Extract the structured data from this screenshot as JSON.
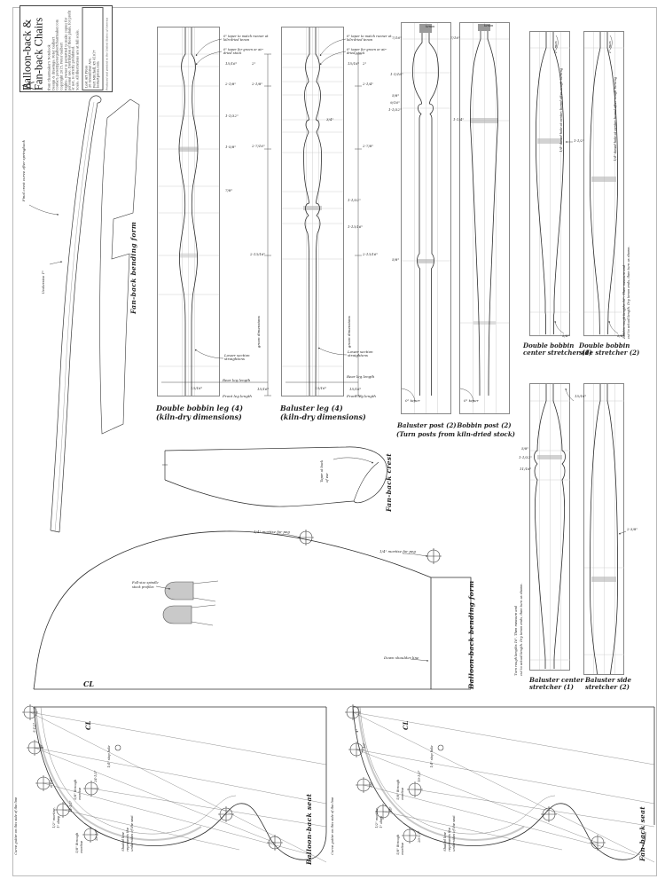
{
  "tb": {
    "t1": "Balloon-back &",
    "t2": "Fan-back Chairs",
    "credits": [
      "from Chairmaker's Notebook",
      "Design & drawings: Peter Galbert",
      "Contact: peter@petergalbertchairmaker.com",
      "Copyright 2015, Peter Galbert",
      "Rights: Owner is permitted to make copies for personal use. Distribution of these plans, for profit or not, is strictly prohibited.",
      "Scale: All illustrations are at full scale."
    ],
    "pub": {
      "name": "Lost Art Press",
      "a1": "26 Greenbriar Ave.",
      "a2": "Fort Mitchell, KY 41017",
      "web": "lostartpress.com"
    },
    "printed": "Produced and printed in the United States of America"
  },
  "fan_form": {
    "label": "Fan-back bending form",
    "springback": "Final crest curve after springback",
    "undersize": "Undersize 1\""
  },
  "common": {
    "taper1": "0\" taper to match runner at kiln-dried tenon",
    "taper2": "0\" taper for green or air-dried stock",
    "lower": "Lower section straightens",
    "rear": "Rear leg length",
    "front": "Front leg length",
    "green_label": "green dimensions",
    "kiln": "(kiln-dry dimensions)"
  },
  "leg1": {
    "cap": "Double bobbin leg (4)",
    "dims": [
      "15/16\"",
      "2-1/8\"",
      "1-1/32\"",
      "1-5/8\"",
      "7/8\""
    ],
    "green": [
      "2\"",
      "2-1/8\"",
      "2-7/16\"",
      "2-13/16\""
    ],
    "out_dim": "15/16\"",
    "in_dim": "13/16\""
  },
  "leg2": {
    "cap": "Baluster leg (4)",
    "dims": [
      "15/16\"",
      "3/4\"",
      "1-1/32\"",
      "1-13/16\""
    ],
    "green": [
      "2\"",
      "2-1/4\"",
      "2-7/8\"",
      "2-13/16\""
    ],
    "out_dim": "15/16\"",
    "in_dim": "13/16\""
  },
  "posts": {
    "cap1": "Baluster post (2)",
    "cap2": "Bobbin post (2)",
    "sub": "(Turn posts from kiln-dried stock)",
    "tenon": "tenon",
    "taper0": "0\" taper",
    "d716": "7/16\"",
    "p1": [
      "1-1/16\"",
      "5/8\"",
      "9/16\"",
      "1-1/32\"",
      "5/8\""
    ],
    "p2": [
      "1-1/4\""
    ]
  },
  "str1": {
    "capA1": "Double bobbin",
    "capA2": "center stretcher (1)",
    "capB1": "Double bobbin",
    "capB2": "side stretcher (2)",
    "max": "1\" max",
    "bore": "1/4\" dowel hole at center, bored after rough turning",
    "d112": "1-1/2\"",
    "d58": "5/8\"",
    "note1": "Bobbin rough lengths 16\". Then measure and",
    "note2": "cut to actual length. Dry tenon ends, then turn as shown."
  },
  "str2": {
    "capA1": "Baluster center",
    "capA2": "stretcher (1)",
    "capB1": "Baluster side",
    "capB2": "stretcher (2)",
    "dims": [
      "5/8\"",
      "1-1/32\"",
      "11/16\"",
      "15/16\"",
      "2-3/8\""
    ],
    "note1": "Turn rough lengths 16\". Then measure and",
    "note2": "cut to actual length. Dry tenon ends, then turn as shown."
  },
  "crest": {
    "label": "Fan-back crest",
    "note1": "Taper at back",
    "note2": "of ear"
  },
  "bform": {
    "label": "Balloon-back bending form",
    "peg": "1/4\" mortise for peg",
    "spin1": "Full-size spindle",
    "spin2": "stock profiles",
    "shoulder": "Down shoulder line",
    "cl": "CL"
  },
  "seat1": {
    "label": "Balloon-back seat",
    "gutter": "Curve gutter on this side of the line",
    "cl": "CL",
    "a1": "5-1/2°",
    "a2": "8°",
    "a3": "6-1/2°",
    "a4": "12-1/2°",
    "a5": "24-1/2°",
    "a6": "26-1/2°",
    "m1a": "1/2\" mortise,",
    "m1b": "1\" deep",
    "m2a": "5/8\" through",
    "m2b": "mortise",
    "stop": "1/4\" stop hole",
    "sh1": "Shaded line",
    "sh2": "represents the",
    "sh3": "undersides of the seat"
  },
  "seat2": {
    "label": "Fan-back seat",
    "gutter": "Curve gutter on this side of the line",
    "cl": "CL",
    "a1": "4°",
    "a2": "10°",
    "a3": "13°",
    "a4": "15°",
    "a5": "19-1/2°",
    "a6": "20-1/2°",
    "m1a": "1/2\" mortise,",
    "m1b": "1\" deep",
    "m2a": "5/8\" through",
    "m2b": "mortise",
    "stop": "1/4\" stop hole",
    "sh1": "Shaded line",
    "sh2": "represents the",
    "sh3": "undersides of the seat"
  }
}
